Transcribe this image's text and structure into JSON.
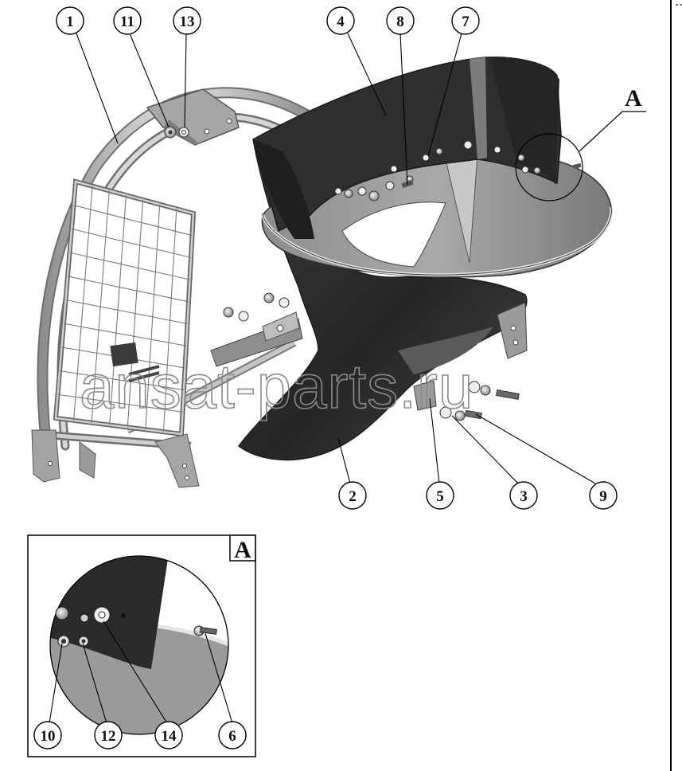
{
  "diagram": {
    "view_label": "A",
    "inset_label": "A",
    "watermark": "ansat-parts.ru",
    "callouts_main": [
      "1",
      "11",
      "13",
      "4",
      "8",
      "7",
      "2",
      "5",
      "3",
      "9"
    ],
    "callouts_inset": [
      "10",
      "12",
      "14",
      "6"
    ],
    "colors": {
      "metal_dark": "#2e2e2e",
      "metal_mid": "#6d6d6d",
      "metal_light": "#bdbdbd",
      "tube": "#c9c9c9",
      "bracket": "#9a9a9a"
    }
  }
}
